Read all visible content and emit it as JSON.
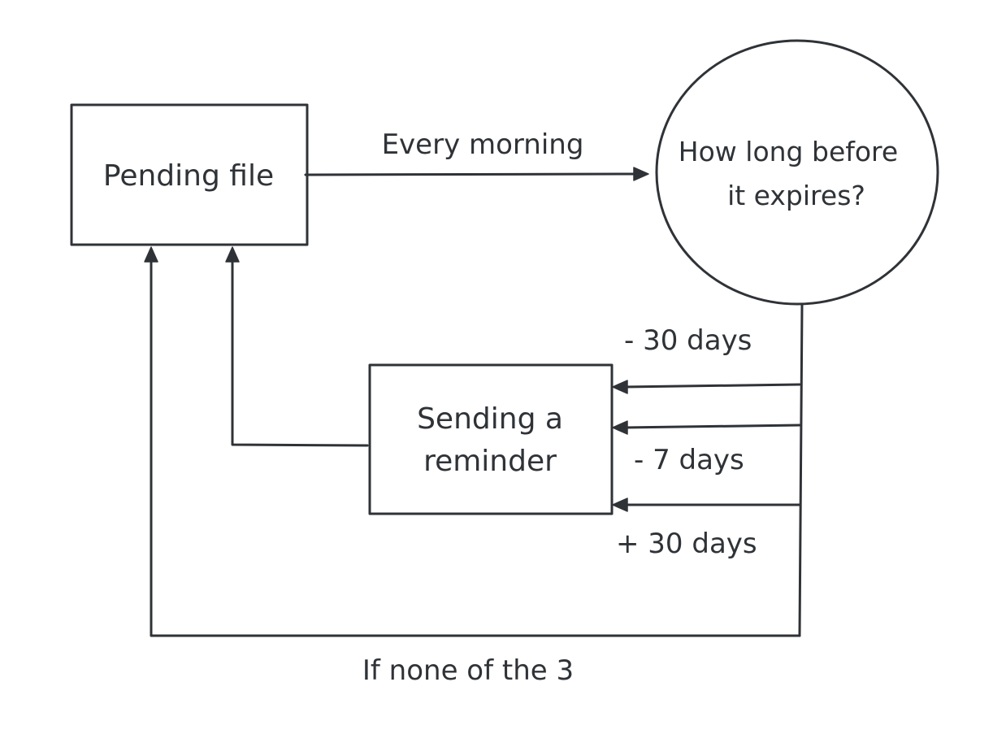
{
  "nodes": {
    "pending_file": {
      "label": "Pending file"
    },
    "expiry_check": {
      "label_line1": "How long before",
      "label_line2": "it expires?"
    },
    "sending_reminder": {
      "label_line1": "Sending a",
      "label_line2": "reminder"
    }
  },
  "edges": {
    "every_morning": {
      "label": "Every morning"
    },
    "minus_30_days": {
      "label": "- 30 days"
    },
    "minus_7_days": {
      "label": "- 7 days"
    },
    "plus_30_days": {
      "label": "+ 30 days"
    },
    "none_of_three": {
      "label": "If none of the 3"
    }
  },
  "colors": {
    "ink": "#2f3337",
    "background": "#ffffff"
  }
}
